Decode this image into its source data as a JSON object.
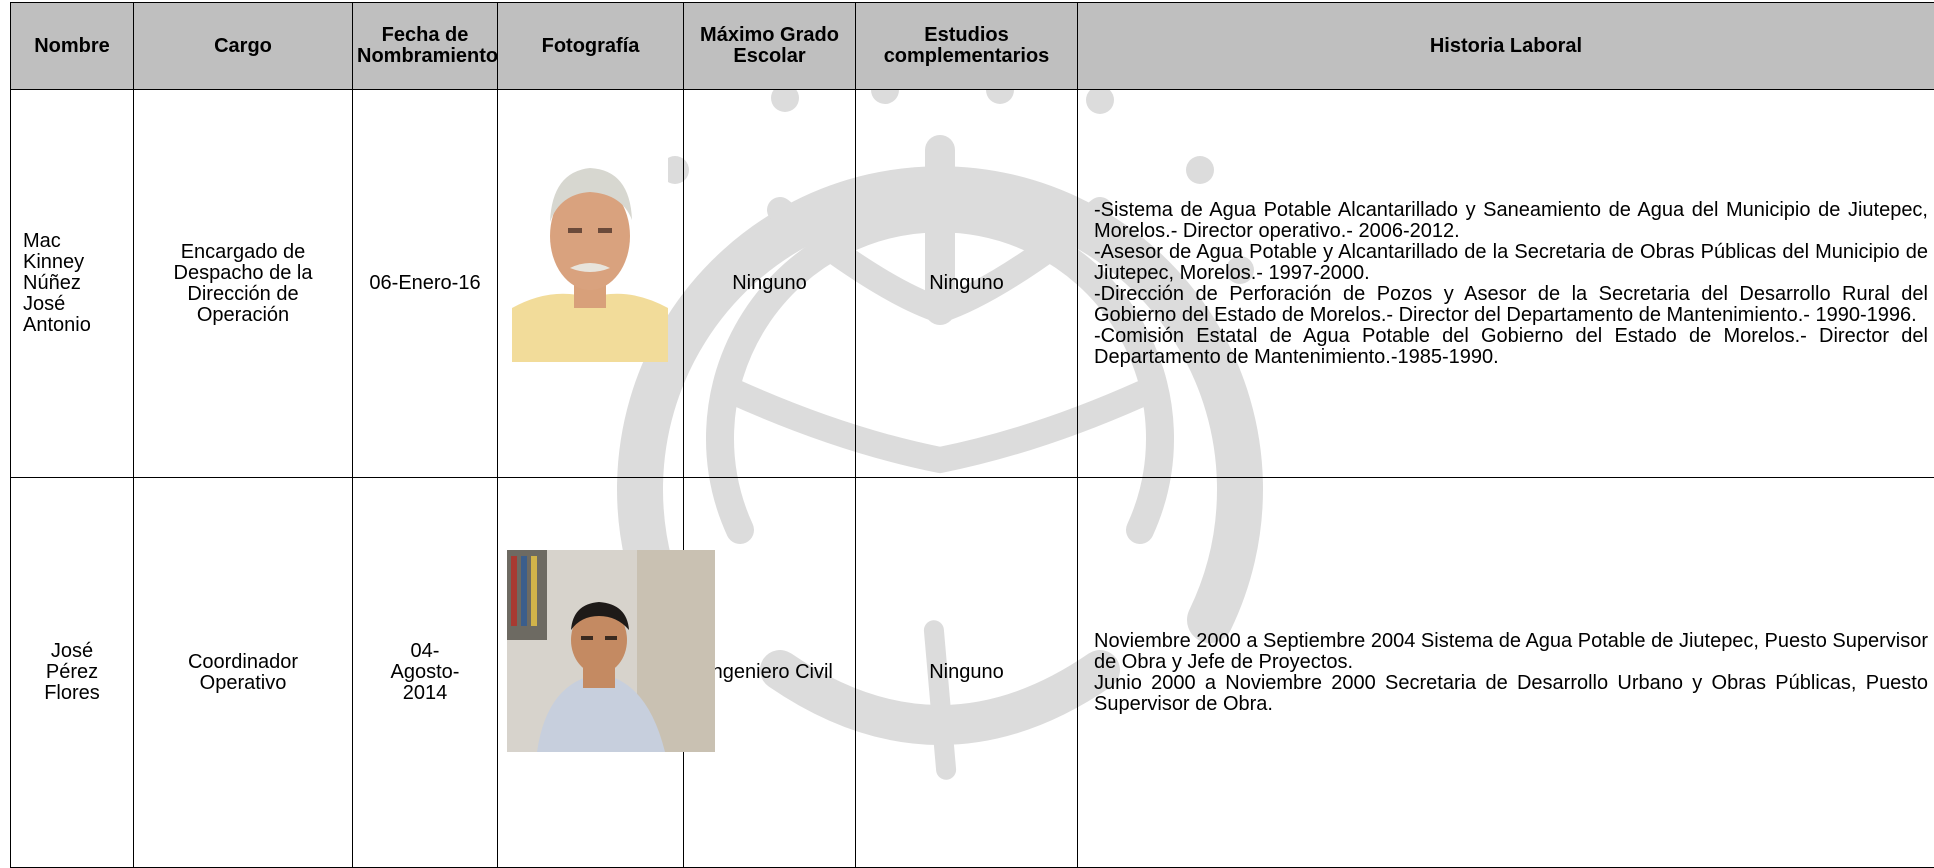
{
  "headers": {
    "nombre": "Nombre",
    "cargo": "Cargo",
    "fecha": "Fecha de Nombramiento",
    "fotografia": "Fotografía",
    "grado": "Máximo Grado Escolar",
    "estudios": "Estudios complementarios",
    "historia": "Historia Laboral"
  },
  "rows": [
    {
      "nombre": "Mac Kinney Núñez José Antonio",
      "cargo": "Encargado de Despacho de la Dirección de Operación",
      "fecha": "06-Enero-16",
      "grado": "Ninguno",
      "estudios": "Ninguno",
      "photo_icon": "portrait-photo",
      "historia": [
        "-Sistema de Agua Potable Alcantarillado y Saneamiento de Agua del Municipio de Jiutepec, Morelos.- Director operativo.- 2006-2012.",
        " -Asesor de Agua Potable y Alcantarillado de la Secretaria de Obras Públicas del Municipio de Jiutepec, Morelos.- 1997-2000.",
        "-Dirección de Perforación de Pozos y Asesor de la Secretaria del Desarrollo Rural del Gobierno del Estado de Morelos.- Director del Departamento de Mantenimiento.- 1990-1996.",
        "-Comisión Estatal de Agua Potable del Gobierno del Estado de Morelos.- Director del Departamento de Mantenimiento.-1985-1990."
      ]
    },
    {
      "nombre": "José Pérez Flores",
      "cargo": "Coordinador Operativo",
      "fecha": "04-Agosto-2014",
      "grado": "Ingeniero Civil",
      "estudios": "Ninguno",
      "photo_icon": "portrait-photo",
      "historia": [
        "Noviembre 2000 a Septiembre 2004 Sistema de Agua Potable de Jiutepec, Puesto Supervisor de Obra y Jefe de Proyectos.",
        "Junio 2000 a Noviembre 2000 Secretaria de Desarrollo Urbano y Obras Públicas, Puesto Supervisor de Obra."
      ]
    }
  ],
  "colors": {
    "header_bg": "#bfbfbf",
    "border": "#000000",
    "watermark": "#d9d9d9"
  }
}
